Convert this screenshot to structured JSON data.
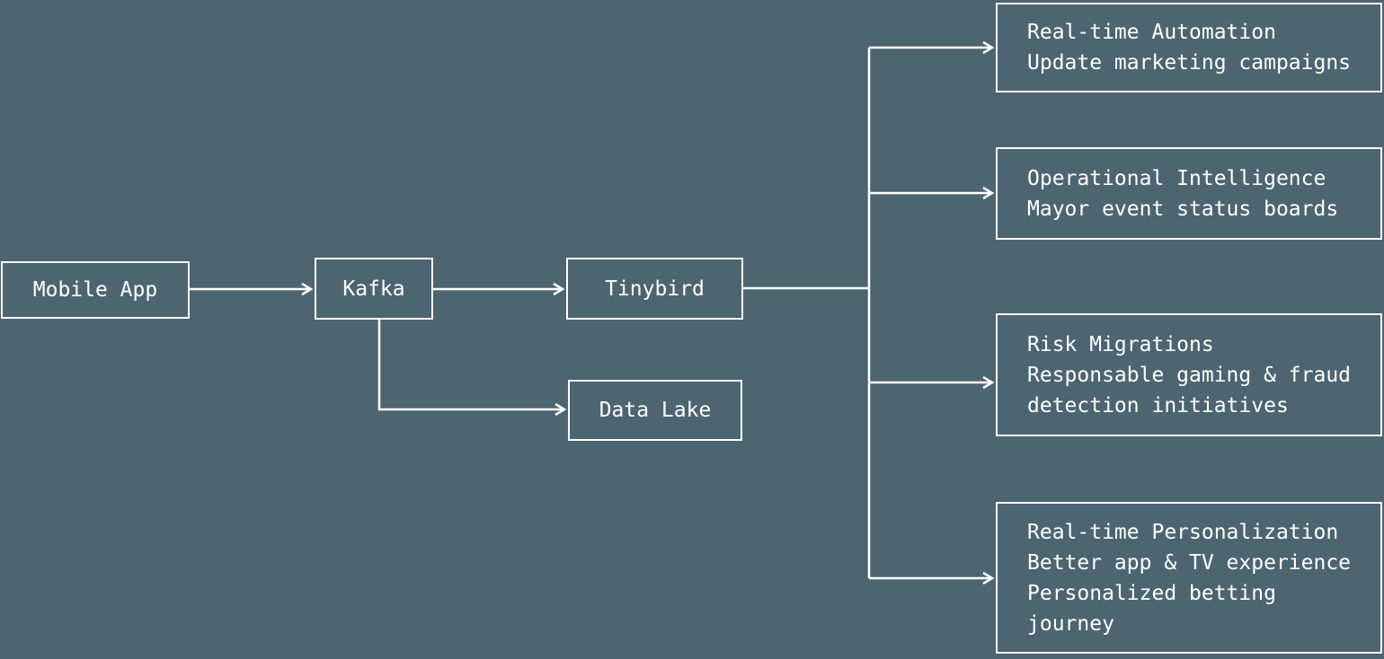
{
  "colors": {
    "background": "#4c6570",
    "foreground": "#ffffff"
  },
  "diagram": {
    "nodes": {
      "mobile_app": {
        "label": "Mobile App"
      },
      "kafka": {
        "label": "Kafka"
      },
      "tinybird": {
        "label": "Tinybird"
      },
      "data_lake": {
        "label": "Data Lake"
      }
    },
    "use_cases": [
      {
        "lines": [
          "Real-time Automation",
          "Update marketing campaigns"
        ]
      },
      {
        "lines": [
          "Operational Intelligence",
          "Mayor event status boards"
        ]
      },
      {
        "lines": [
          "Risk Migrations",
          "Responsable gaming & fraud",
          "detection initiatives"
        ]
      },
      {
        "lines": [
          "Real-time Personalization",
          "Better app & TV experience",
          "Personalized betting",
          "journey"
        ]
      }
    ]
  }
}
